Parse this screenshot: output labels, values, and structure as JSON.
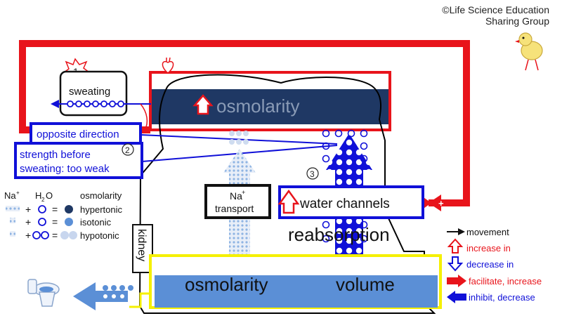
{
  "credit": {
    "line1": "©Life Science Education",
    "line2": "Sharing Group"
  },
  "top": {
    "osmolarity_label": "osmolarity"
  },
  "sweating": {
    "label": "sweating",
    "marker": "1"
  },
  "feedback": {
    "opposite_direction": "opposite direction",
    "strength_line1": "strength before",
    "strength_line2": "sweating: too weak",
    "marker": "2"
  },
  "kidney": {
    "label": "kidney",
    "na_transport_line1": "Na",
    "na_transport_sup": "+",
    "na_transport_line2": "transport",
    "water_channels": "water channels",
    "reabsorption": "reabsorption",
    "marker": "3"
  },
  "bottom": {
    "osmolarity_label": "osmolarity",
    "volume_label": "volume"
  },
  "key": {
    "na": "Na",
    "na_sup": "+",
    "h2o": "H",
    "h2o_sub": "2",
    "h2o_end": "O",
    "osmolarity": "osmolarity",
    "plus": "+",
    "equals": "=",
    "hypertonic": "hypertonic",
    "isotonic": "isotonic",
    "hypotonic": "hypotonic"
  },
  "legend": {
    "movement": "movement",
    "increase": "increase in",
    "decrease": "decrease in",
    "facilitate": "facilitate, increase",
    "inhibit": "inhibit, decrease"
  },
  "colors": {
    "red": "#e8141b",
    "blue": "#1010d8",
    "navy": "#1f3864",
    "steel": "#5b8fd6",
    "yellow": "#f5f000",
    "lightblue": "#8fb4e3"
  },
  "icons": [
    "heart-icon",
    "explosion-icon",
    "toilet-icon",
    "chick-icon"
  ]
}
